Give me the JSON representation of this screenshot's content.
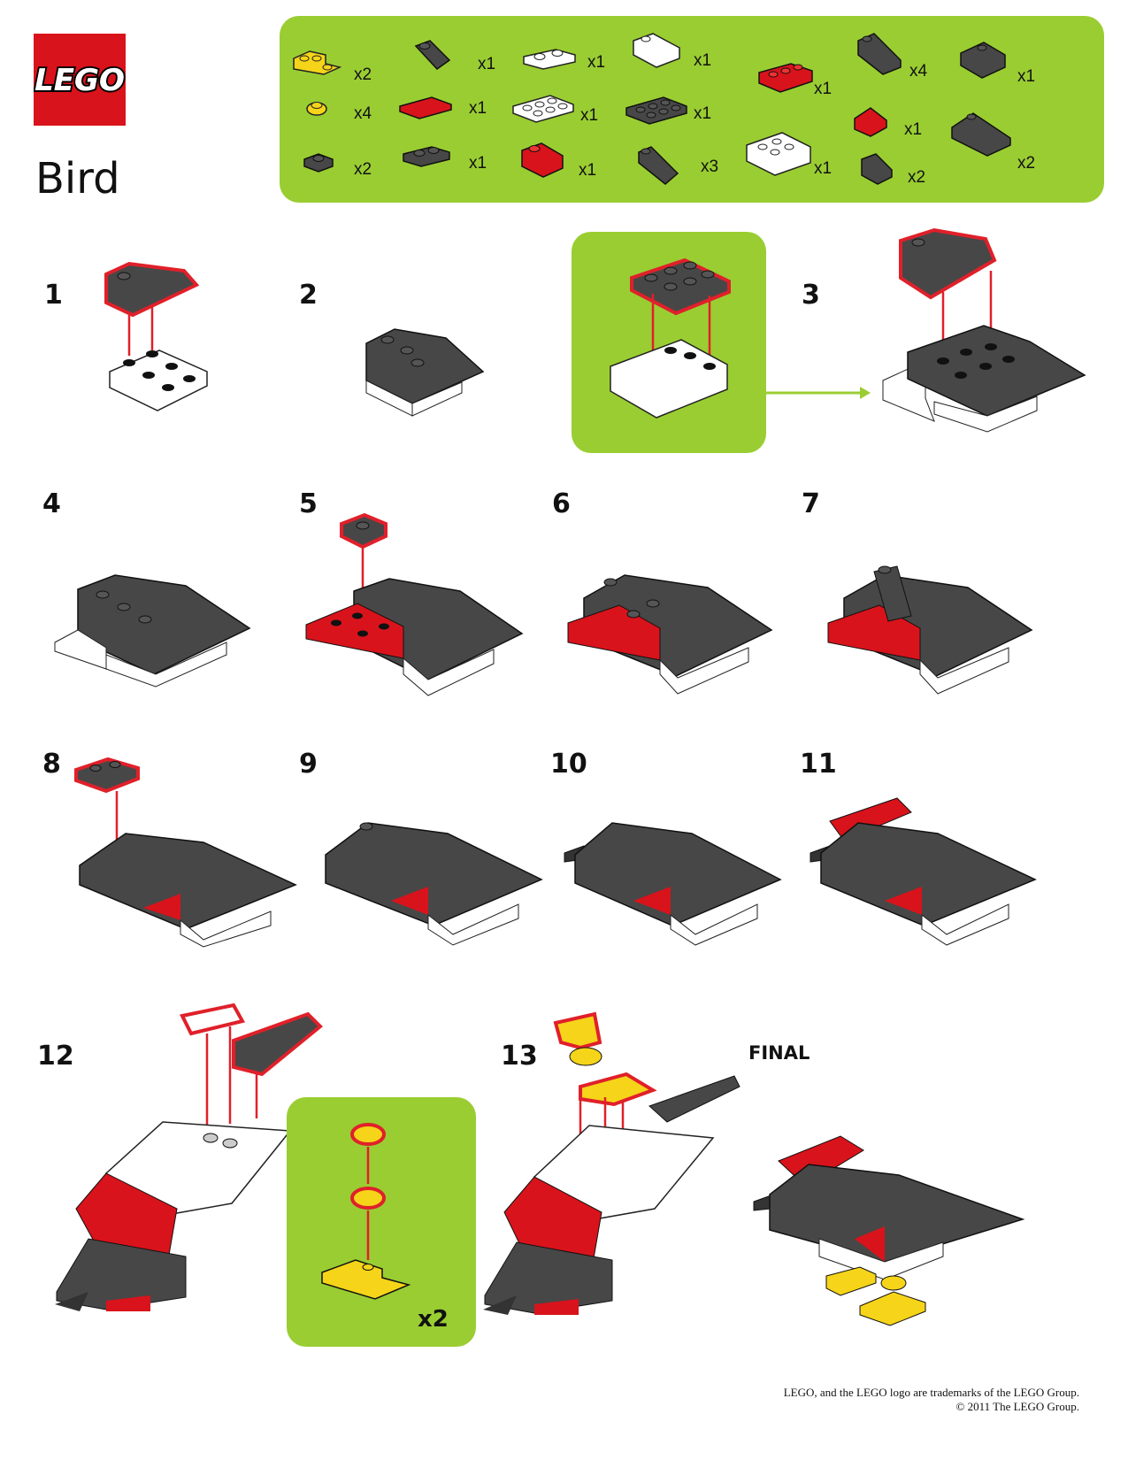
{
  "brand": {
    "logo_text": "LEGO"
  },
  "title": "Bird",
  "parts": [
    {
      "icon": "yellow-l-plate-icon",
      "qty": "x2"
    },
    {
      "icon": "yellow-round-plate-icon",
      "qty": "x4"
    },
    {
      "icon": "dark-gray-plate-1x1-icon",
      "qty": "x2"
    },
    {
      "icon": "dark-gray-beak-icon",
      "qty": "x1"
    },
    {
      "icon": "red-tile-icon",
      "qty": "x1"
    },
    {
      "icon": "dark-gray-plate-1x2-icon",
      "qty": "x1"
    },
    {
      "icon": "white-plate-1x2-icon",
      "qty": "x1"
    },
    {
      "icon": "white-plate-2x3-icon",
      "qty": "x1"
    },
    {
      "icon": "red-slope-icon",
      "qty": "x1"
    },
    {
      "icon": "white-inverted-slope-icon",
      "qty": "x1"
    },
    {
      "icon": "dark-gray-plate-2x3-icon",
      "qty": "x1"
    },
    {
      "icon": "dark-gray-slope-small-icon",
      "qty": "x3"
    },
    {
      "icon": "red-plate-2x3-icon",
      "qty": "x1"
    },
    {
      "icon": "white-inverted-slope-large-icon",
      "qty": "x1"
    },
    {
      "icon": "dark-gray-slope-large-icon",
      "qty": "x4"
    },
    {
      "icon": "red-slope-small-icon",
      "qty": "x1"
    },
    {
      "icon": "dark-gray-slope-tiny-icon",
      "qty": "x2"
    },
    {
      "icon": "dark-gray-slope-2x2-icon",
      "qty": "x1"
    },
    {
      "icon": "dark-gray-wedge-icon",
      "qty": "x2"
    }
  ],
  "steps": [
    "1",
    "2",
    "3",
    "4",
    "5",
    "6",
    "7",
    "8",
    "9",
    "10",
    "11",
    "12",
    "13"
  ],
  "final_label": "FINAL",
  "sub_assembly_qty": "x2",
  "legal": {
    "line1": "LEGO, and the LEGO logo are trademarks of the LEGO Group.",
    "line2": "© 2011 The LEGO Group."
  },
  "colors": {
    "green": "#9acd32",
    "red": "#d9131b",
    "dark_gray": "#474747",
    "yellow": "#f5d419",
    "highlight": "#e0202a"
  }
}
